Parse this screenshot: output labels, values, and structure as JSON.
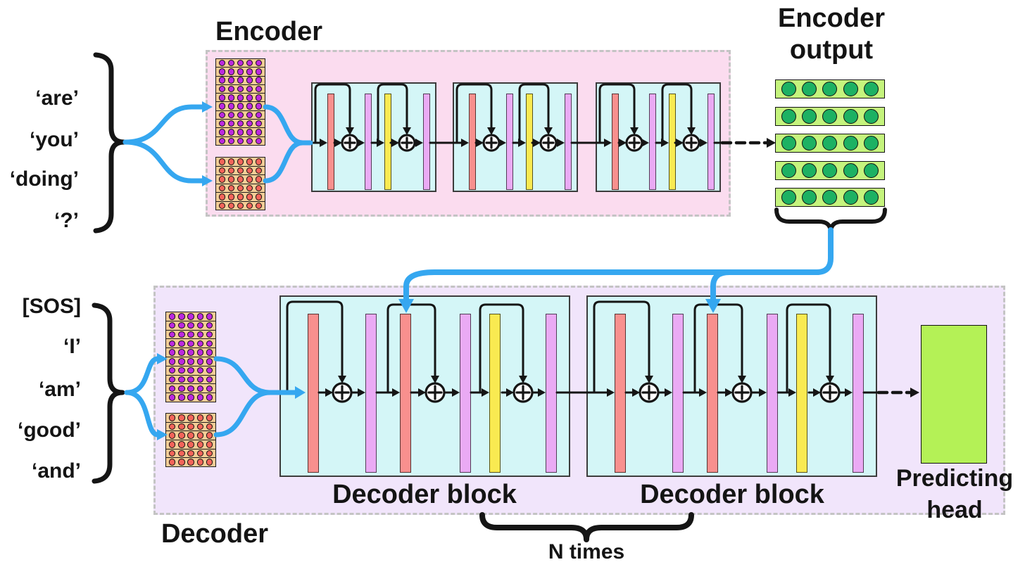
{
  "colors": {
    "blue": "#35a7f0",
    "line_black": "#151515",
    "pink_bg": "#fbdcef",
    "lavender_bg": "#f1e5fb",
    "cyan_block": "#d4f6f7",
    "salmon_bar": "#f8908e",
    "violet_bar": "#eaaaf4",
    "yellow_bar": "#f9ea51",
    "matrix_bg": "#f3cc96",
    "purple_dot": "#bc2adf",
    "red_dot": "#f4645a",
    "green_row_bg": "#c5f47d",
    "green_dot": "#1db163",
    "predict_head_green": "#b4f156",
    "dashed_border_gray": "#c4c4c4"
  },
  "encoder": {
    "title": "Encoder",
    "tokens": [
      "‘are’",
      "‘you’",
      "‘doing’",
      "‘?’"
    ],
    "num_blocks": 3,
    "embedding_matrix": {
      "rows": 10,
      "cols": 5,
      "dot_color_key": "purple_dot"
    },
    "positional_matrix": {
      "rows": 6,
      "cols": 5,
      "dot_color_key": "red_dot"
    }
  },
  "encoder_output": {
    "title": "Encoder output",
    "rows": 5,
    "cols": 5
  },
  "decoder": {
    "title": "Decoder",
    "tokens": [
      "[SOS]",
      "‘I’",
      "‘am’",
      "‘good’",
      "‘and’"
    ],
    "blocks": [
      {
        "label": "Decoder block"
      },
      {
        "label": "Decoder block"
      }
    ],
    "n_times_label": "N times",
    "embedding_matrix": {
      "rows": 10,
      "cols": 5,
      "dot_color_key": "purple_dot"
    },
    "positional_matrix": {
      "rows": 6,
      "cols": 5,
      "dot_color_key": "red_dot"
    }
  },
  "predicting_head": {
    "label": "Predicting head"
  },
  "icons": {
    "add_operator": "circled-plus"
  }
}
